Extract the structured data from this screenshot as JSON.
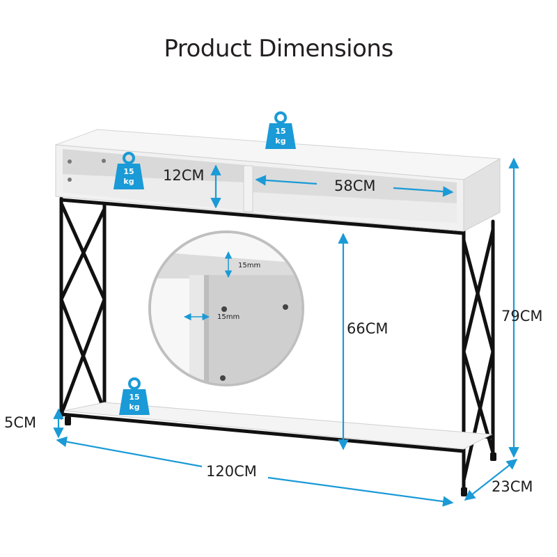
{
  "title": "Product Dimensions",
  "weights": {
    "top": {
      "value": "15",
      "unit": "kg"
    },
    "shelf": {
      "value": "15",
      "unit": "kg"
    },
    "bottom": {
      "value": "15",
      "unit": "kg"
    }
  },
  "dimensions": {
    "compartment_height": "12CM",
    "compartment_width": "58CM",
    "inner_height": "66CM",
    "total_height": "79CM",
    "foot_height": "5CM",
    "length": "120CM",
    "depth": "23CM",
    "board_thickness_top": "15mm",
    "board_thickness_side": "15mm"
  },
  "colors": {
    "accent": "#1a9ad6",
    "frame": "#111111",
    "board": "#f3f3f3",
    "board_edge": "#d6d6d6"
  }
}
